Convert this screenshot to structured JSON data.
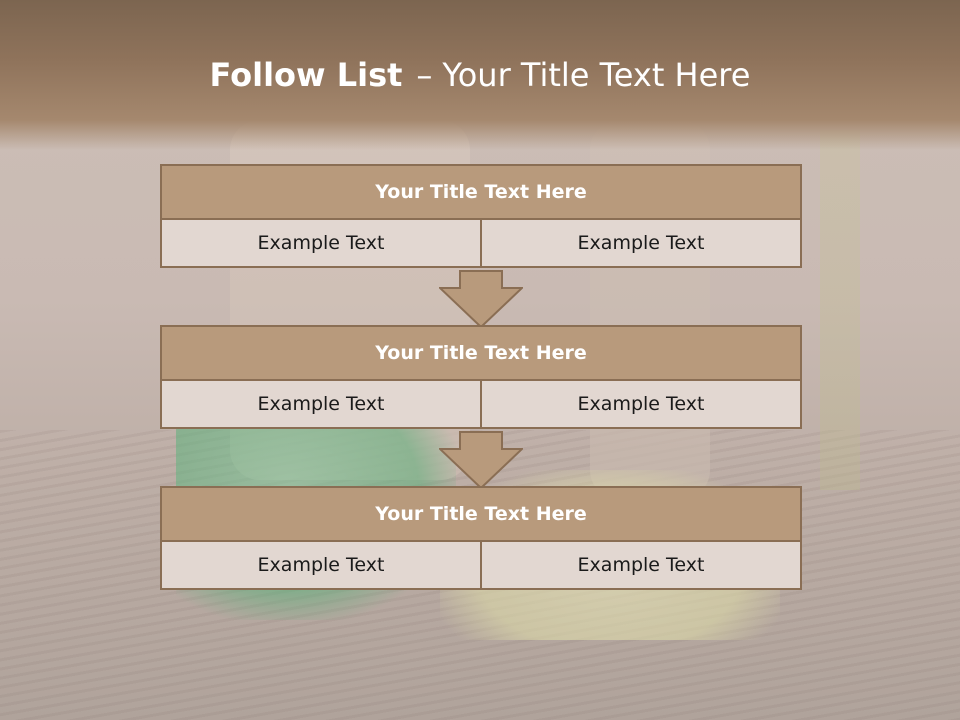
{
  "title": {
    "bold": "Follow List",
    "separator": "–",
    "rest": "Your Title Text Here"
  },
  "blocks": [
    {
      "heading": "Your Title Text Here",
      "cells": [
        "Example Text",
        "Example Text"
      ]
    },
    {
      "heading": "Your Title Text Here",
      "cells": [
        "Example Text",
        "Example Text"
      ]
    },
    {
      "heading": "Your Title Text Here",
      "cells": [
        "Example Text",
        "Example Text"
      ]
    }
  ],
  "colors": {
    "header": "#8f735b",
    "box_heading": "#b89a7c",
    "box_cell": "#e2d7d1",
    "border": "#8a6e54",
    "arrow": "#b89a7c"
  },
  "icons": [
    "down-arrow-icon",
    "down-arrow-icon"
  ]
}
